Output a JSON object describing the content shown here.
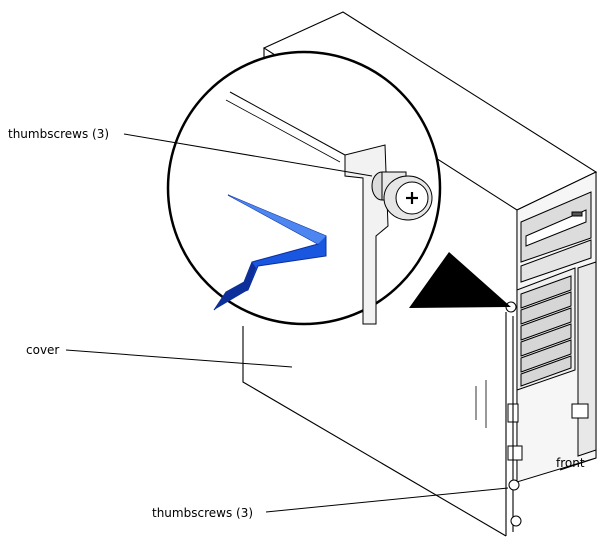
{
  "labels": {
    "thumbscrews_top": "thumbscrews (3)",
    "cover": "cover",
    "front": "front",
    "thumbscrews_bottom": "thumbscrews (3)"
  },
  "colors": {
    "line": "#000000",
    "arrow_fill": "#1a57e0",
    "arrow_dark": "#0c2f9a",
    "panel_shade": "#f4f4f4",
    "bay_gray": "#d9d9d9"
  }
}
